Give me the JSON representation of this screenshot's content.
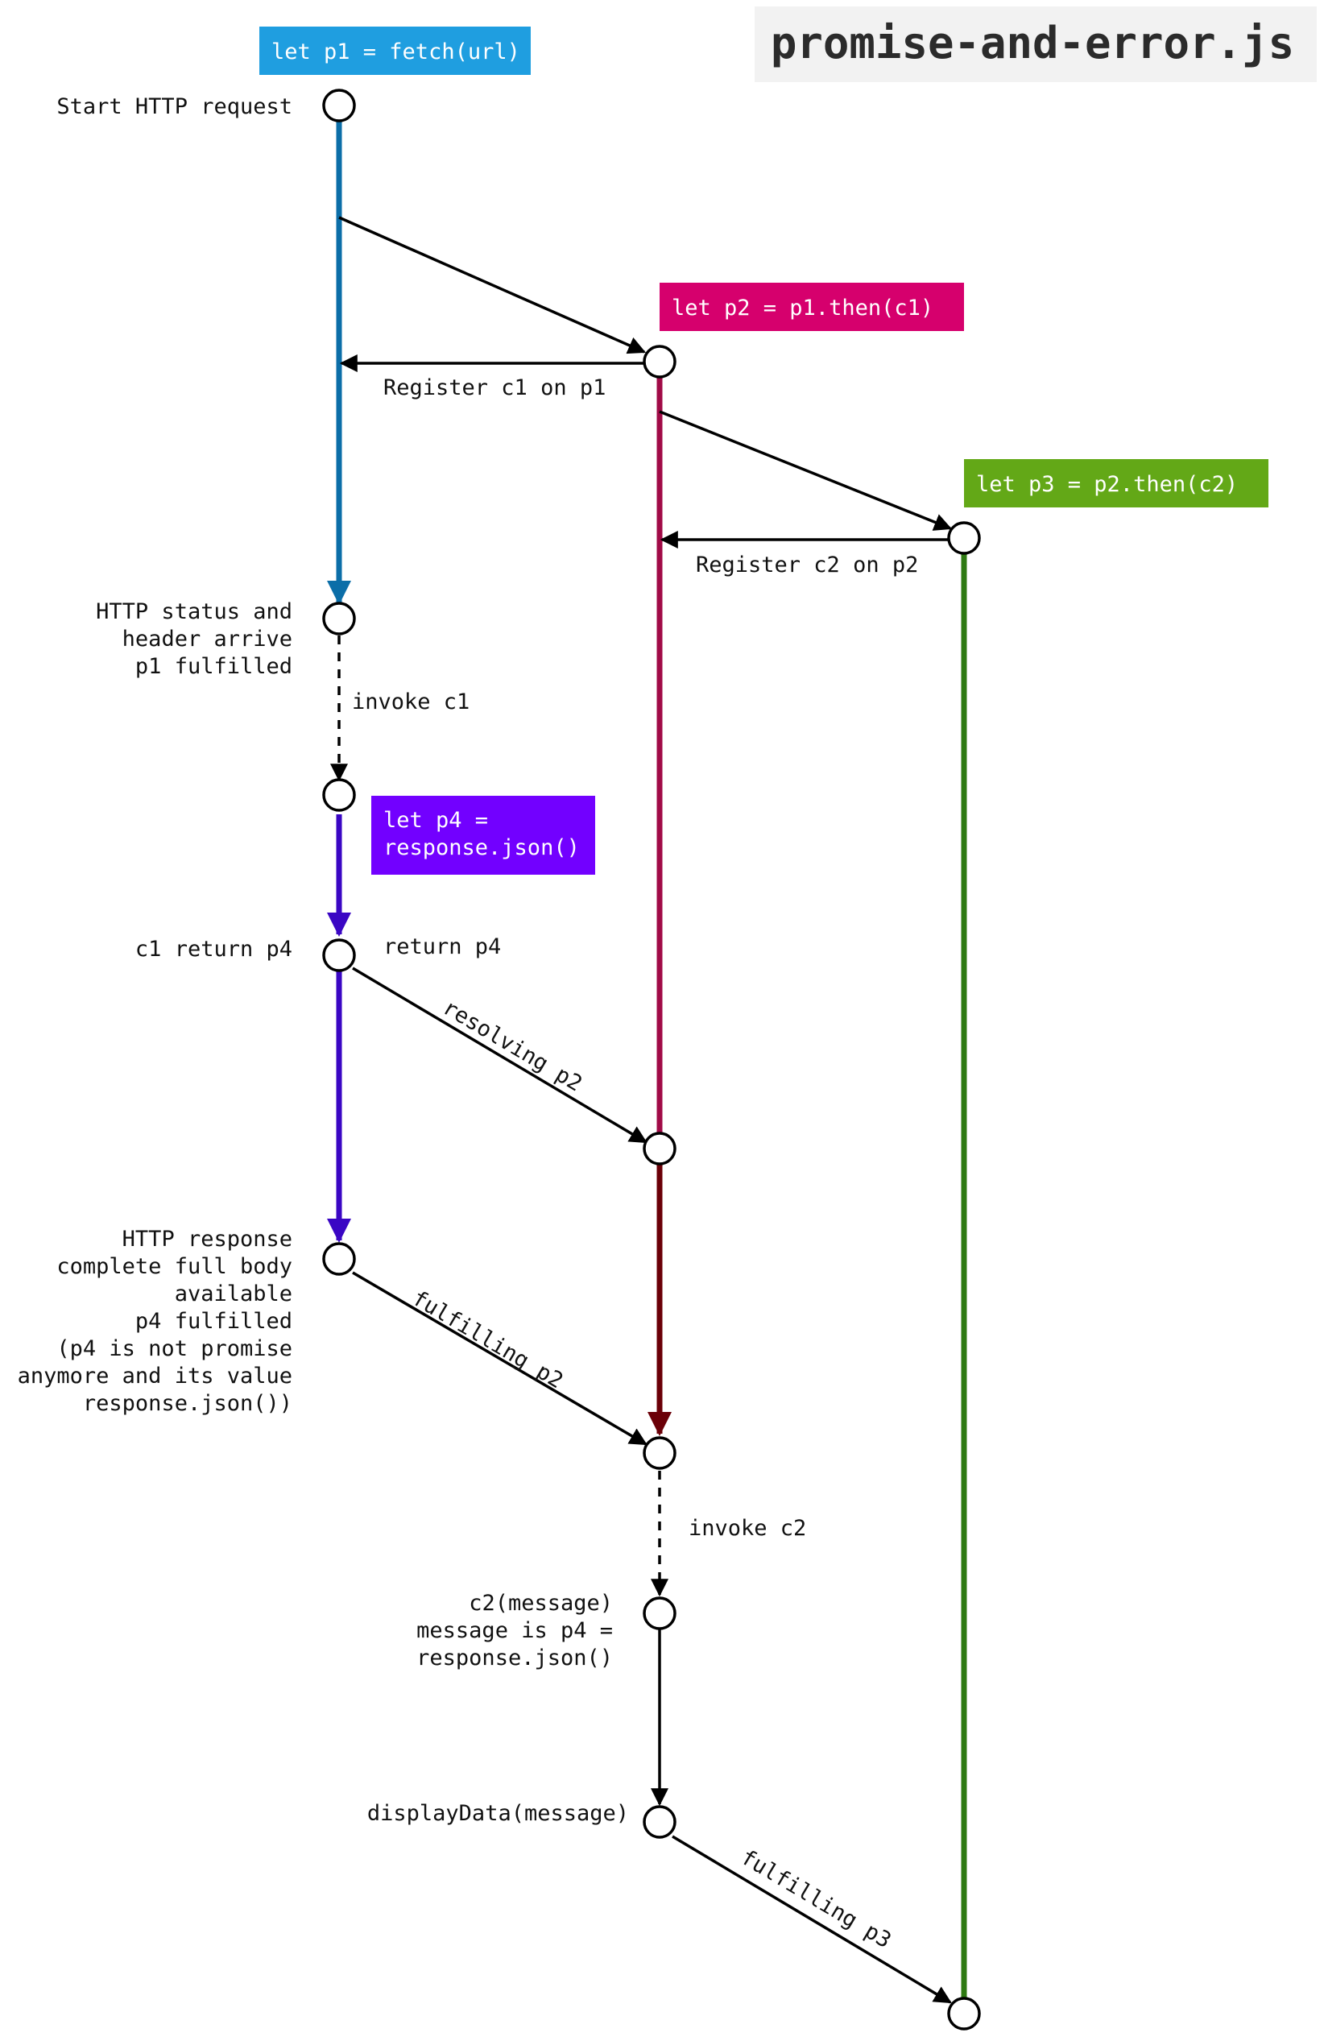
{
  "title": "promise-and-error.js",
  "colors": {
    "p1_box": "#1f9ee0",
    "p1_line": "#0b6ea8",
    "p2_box": "#d6006d",
    "p2_line": "#a10b47",
    "p2_resolved_line": "#6b0008",
    "p3_box": "#63a817",
    "p3_line": "#2e7a12",
    "p4_box": "#7200ff",
    "p4_line": "#3a06c4",
    "stroke": "#000000",
    "title_bg": "#f2f2f2"
  },
  "code_boxes": {
    "p1": [
      "let p1 = fetch(url)"
    ],
    "p2": [
      "let p2 = p1.then(c1)"
    ],
    "p3": [
      "let p3 = p2.then(c2)"
    ],
    "p4": [
      "let p4 =",
      "response.json()"
    ]
  },
  "node_labels": {
    "start_request": [
      "Start HTTP request"
    ],
    "http_status": [
      "HTTP status and",
      "header arrive",
      "p1 fulfilled"
    ],
    "c1_return": [
      "c1 return p4"
    ],
    "http_complete": [
      "HTTP response",
      "complete full body",
      "available",
      "p4 fulfilled",
      "(p4 is not promise",
      "anymore and its value",
      "response.json())"
    ],
    "c2_message": [
      "c2(message)",
      "message is p4 =",
      "response.json()"
    ],
    "display_data": [
      "displayData(message)"
    ]
  },
  "edge_labels": {
    "register_c1": "Register c1 on p1",
    "register_c2": "Register c2 on p2",
    "invoke_c1": "invoke c1",
    "return_p4": "return p4",
    "resolving_p2": "resolving p2",
    "fulfilling_p2": "fulfilling p2",
    "invoke_c2": "invoke c2",
    "fulfilling_p3": "fulfilling p3"
  }
}
